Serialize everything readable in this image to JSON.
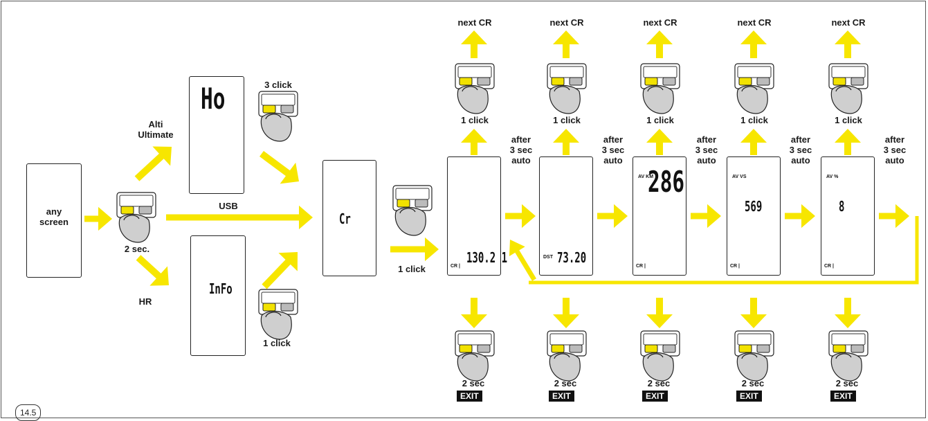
{
  "figure_number": "14.5",
  "colors": {
    "arrow": "#f7e600",
    "button_highlight": "#f2e200",
    "frame": "#555555"
  },
  "start": {
    "any_screen": "any\nscreen",
    "hold": "2 sec."
  },
  "branches": {
    "alti": "Alti\nUltimate",
    "hr": "HR",
    "usb": "USB",
    "ho_screen": "Ho",
    "info_screen": "InFo",
    "three_click": "3 click",
    "one_click_info": "1 click"
  },
  "cr_screen": {
    "display": "Cr",
    "enter_label": "1 click"
  },
  "sequence": [
    {
      "main": "130.2 1",
      "sub": "CR |",
      "extra": ""
    },
    {
      "main": "73.20",
      "sub": "",
      "extra": "DST"
    },
    {
      "main": "286",
      "sub": "CR |",
      "extra": "AV KM"
    },
    {
      "main": "569",
      "sub": "CR |",
      "extra": "AV VS"
    },
    {
      "main": "8",
      "sub": "CR |",
      "extra": "AV %"
    }
  ],
  "labels": {
    "next_cr": "next CR",
    "one_click": "1 click",
    "after_auto": "after\n3 sec\nauto",
    "two_sec": "2 sec",
    "exit": "EXIT"
  }
}
